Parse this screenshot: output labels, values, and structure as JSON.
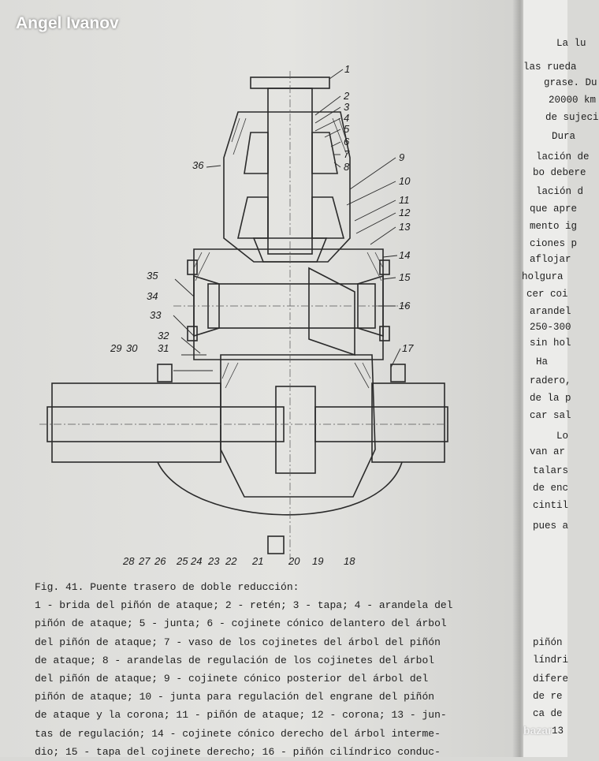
{
  "watermark": "Angel Ivanov",
  "logo": "bazar",
  "figure": {
    "callouts": [
      "1",
      "2",
      "3",
      "4",
      "5",
      "6",
      "7",
      "8",
      "9",
      "10",
      "11",
      "12",
      "13",
      "14",
      "15",
      "16",
      "17",
      "18",
      "19",
      "20",
      "21",
      "22",
      "23",
      "24",
      "25",
      "26",
      "27",
      "28",
      "29",
      "30",
      "31",
      "32",
      "33",
      "34",
      "35",
      "36"
    ]
  },
  "caption": {
    "lines": [
      "Fig. 41. Puente trasero de doble reducción:",
      "1 - brida del piñón de ataque; 2 - retén; 3 - tapa; 4 - arandela del",
      "piñón de ataque; 5 - junta; 6 - cojinete cónico delantero del árbol",
      "del piñón de ataque; 7 - vaso de los cojinetes del árbol del piñón",
      "de ataque; 8 - arandelas de regulación de los cojinetes del árbol",
      "del piñón de ataque; 9 - cojinete cónico posterior del árbol del",
      "piñón de ataque; 10 - junta para regulación del engrane del piñón",
      "de ataque y la corona; 11 - piñón de ataque; 12 - corona; 13 - jun-",
      "tas de regulación; 14 - cojinete cónico derecho del árbol interme-",
      "dio; 15 - tapa del cojinete derecho; 16 - piñón cilíndrico conduc-"
    ]
  },
  "right_page": {
    "lines": [
      "La lu",
      "las rueda",
      "grase. Du",
      "20000 km",
      "de sujeci",
      "Dura",
      "lación de",
      "bo debere",
      "lación d",
      "que apre",
      "mento ig",
      "ciones p",
      "aflojar",
      "holgura",
      "cer coi",
      "arandel",
      "250-300",
      "sin hol",
      "Ha",
      "radero,",
      "de la p",
      "car sal",
      "Lo",
      "van ar",
      "talars",
      "de enc",
      "cintil",
      "pues a",
      "piñón",
      "líndri",
      "difere",
      "de re",
      "ca de",
      "13"
    ]
  }
}
